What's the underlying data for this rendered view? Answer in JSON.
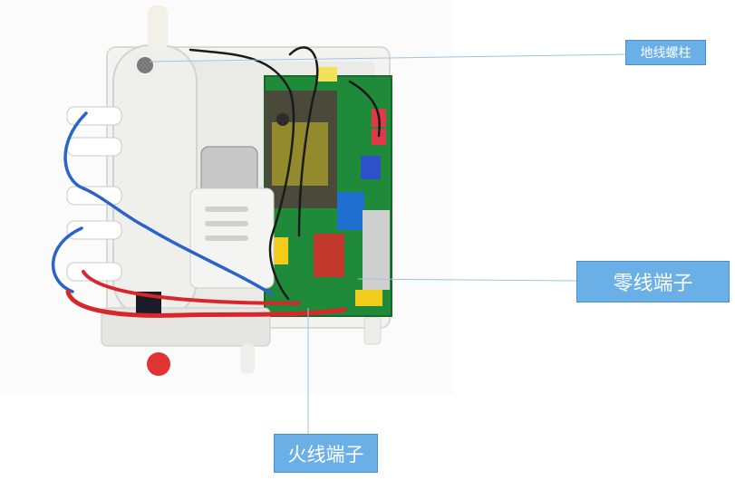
{
  "labels": {
    "ground_terminal": "地线螺柱",
    "neutral_terminal": "零线端子",
    "live_terminal": "火线端子"
  },
  "colors": {
    "label_bg": "#6ab0e6",
    "label_text": "#ffffff",
    "pcb_green": "#1f8a3a",
    "housing_white": "#f2f2ef",
    "wire_red": "#d8262a",
    "wire_blue": "#2a63c9",
    "leader_line": "#9fc3df"
  }
}
